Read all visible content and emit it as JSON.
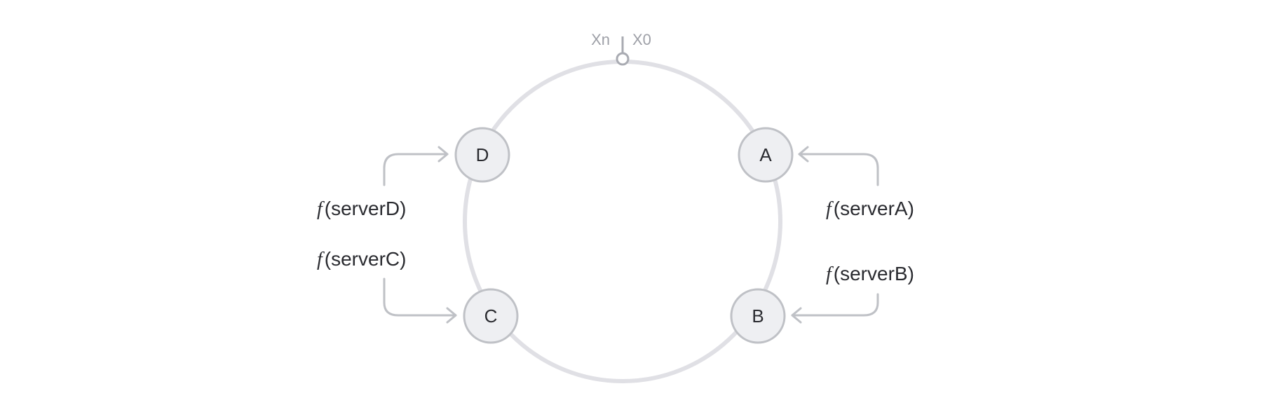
{
  "ring": {
    "start_label": "X0",
    "end_label": "Xn"
  },
  "nodes": {
    "a": "A",
    "b": "B",
    "c": "C",
    "d": "D"
  },
  "hash_fn": "f",
  "edges": {
    "a": "(serverA)",
    "b": "(serverB)",
    "c": "(serverC)",
    "d": "(serverD)"
  },
  "colors": {
    "ring": "#e0e0e5",
    "node_fill": "#eeeff2",
    "node_stroke": "#bfc1c6",
    "text": "#2a2b30",
    "muted_text": "#9ea0a7"
  }
}
